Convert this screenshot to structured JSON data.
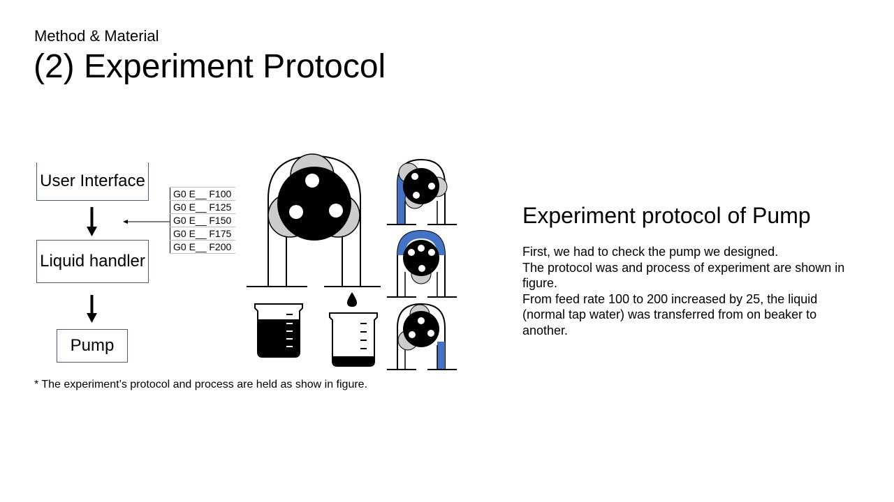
{
  "header": {
    "section": "Method & Material",
    "title": "(2) Experiment Protocol"
  },
  "flow": {
    "user_interface": "User Interface",
    "liquid_handler": "Liquid handler",
    "pump": "Pump",
    "gcode": [
      "G0 E__ F100",
      "G0 E__ F125",
      "G0 E__ F150",
      "G0 E__ F175",
      "G0 E__ F200"
    ]
  },
  "caption": "* The experiment’s protocol and process are held as show in figure.",
  "protocol": {
    "title": "Experiment protocol of Pump",
    "paragraphs": [
      "First, we had to check the pump we designed.",
      "The protocol was and process of experiment are shown in figure.",
      "From feed rate 100 to 200 increased by 25, the liquid (normal tap water) was transferred from on beaker to another."
    ]
  },
  "colors": {
    "tube_fill": "#4472c4",
    "roller_gray": "#cccccc",
    "box_border": "#4a5a7a"
  }
}
